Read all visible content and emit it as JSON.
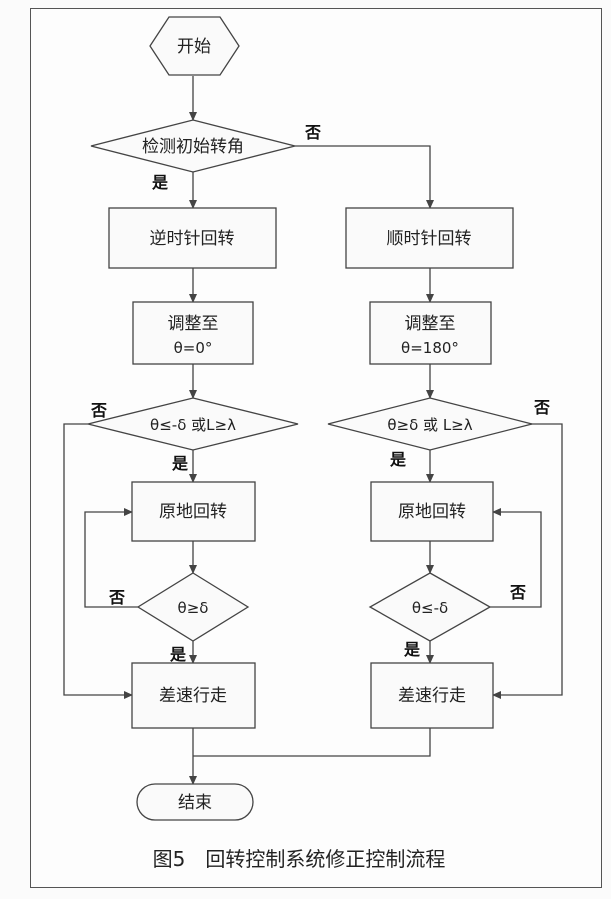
{
  "nodes": {
    "start": "开始",
    "check_angle": "检测初始转角",
    "ccw_turn": "逆时针回转",
    "cw_turn": "顺时针回转",
    "adjust_left_1": "调整至",
    "adjust_left_2": "θ=0°",
    "adjust_right_1": "调整至",
    "adjust_right_2": "θ=180°",
    "cond_left": "θ≤-δ 或L≥λ",
    "cond_right": "θ≥δ 或 L≥λ",
    "pivot_left": "原地回转",
    "pivot_right": "原地回转",
    "check_left": "θ≥δ",
    "check_right": "θ≤-δ",
    "diff_left": "差速行走",
    "diff_right": "差速行走",
    "end": "结束"
  },
  "labels": {
    "yes": "是",
    "no": "否"
  },
  "caption": "图5　回转控制系统修正控制流程"
}
